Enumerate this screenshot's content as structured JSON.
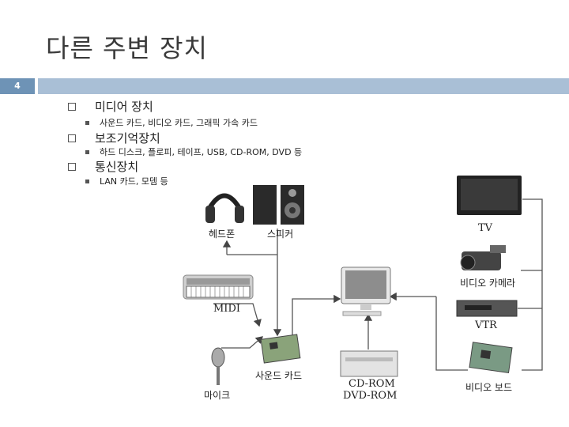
{
  "slide": {
    "title": "다른 주변 장치",
    "page_number": "4"
  },
  "bullets": [
    {
      "heading": "미디어 장치",
      "detail": "사운드 카드, 비디오 카드, 그래픽 가속 카드"
    },
    {
      "heading": "보조기억장치",
      "detail": "하드 디스크, 플로피, 테이프, USB, CD-ROM, DVD 등"
    },
    {
      "heading": "통신장치",
      "detail": "LAN 카드, 모뎀 등"
    }
  ],
  "diagram": {
    "headphone": "헤드폰",
    "speaker": "스피커",
    "midi": "MIDI",
    "mic": "마이크",
    "soundcard": "사운드 카드",
    "cdrom_line1": "CD-ROM",
    "cdrom_line2": "DVD-ROM",
    "tv": "TV",
    "camcorder": "비디오 카메라",
    "vtr": "VTR",
    "videoboard": "비디오 보드"
  },
  "colors": {
    "accent_dark": "#6e93b6",
    "accent_light": "#a9bfd6"
  }
}
